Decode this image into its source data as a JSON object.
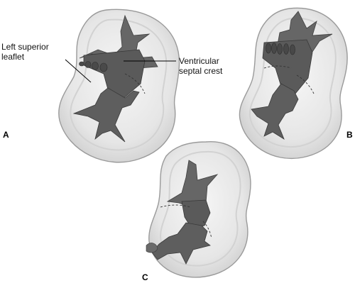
{
  "labels": {
    "left_superior_line1": "Left superior",
    "left_superior_line2": "leaflet",
    "ventricular_line1": "Ventricular",
    "ventricular_line2": "septal crest"
  },
  "panels": {
    "a": "A",
    "b": "B",
    "c": "C"
  },
  "colors": {
    "outline": "#8a8a8a",
    "body_fill": "#ececec",
    "body_shade": "#d4d4d4",
    "opening_fill": "#5e5e5e",
    "leader_line": "#000000"
  }
}
